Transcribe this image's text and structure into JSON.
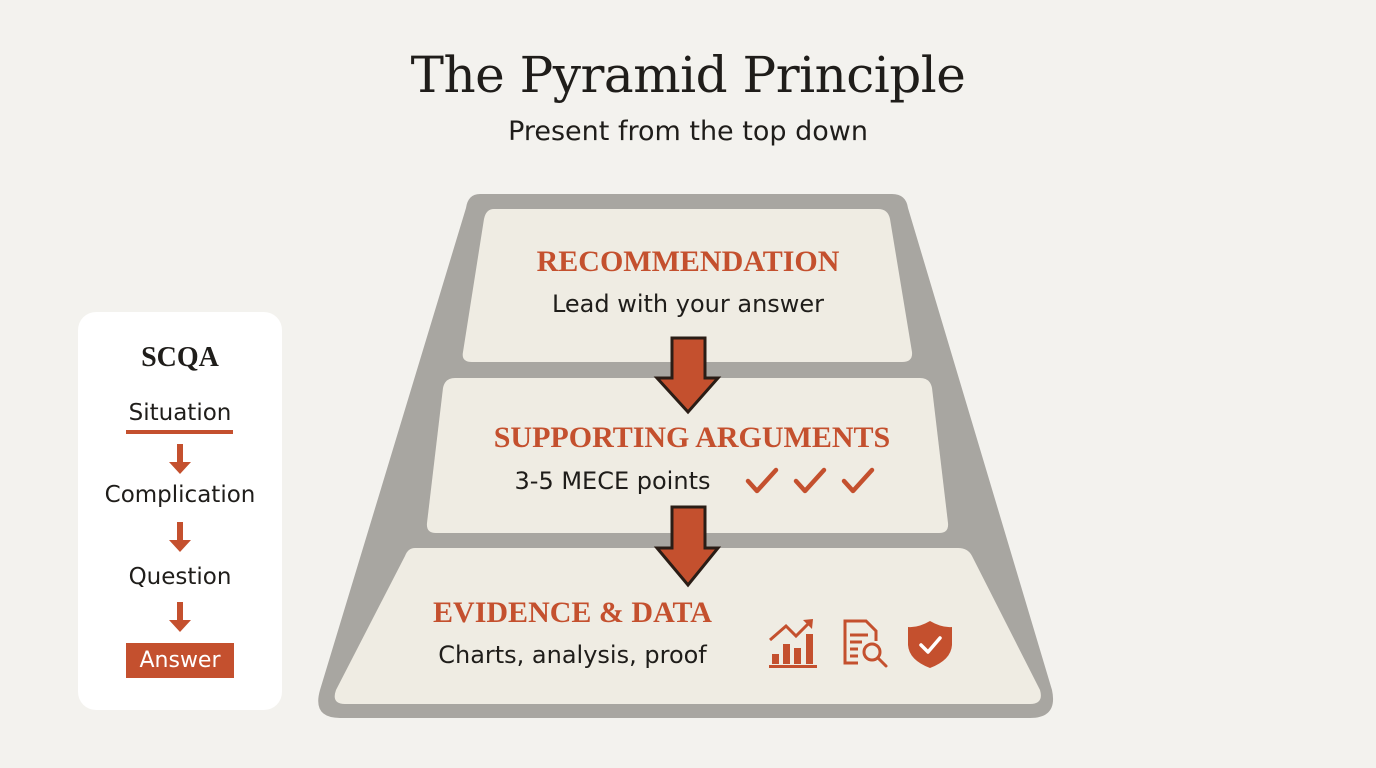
{
  "header": {
    "title": "The Pyramid Principle",
    "subtitle": "Present from the top down"
  },
  "pyramid": {
    "tiers": [
      {
        "heading": "RECOMMENDATION",
        "text": "Lead with your answer"
      },
      {
        "heading": "SUPPORTING ARGUMENTS",
        "text": "3-5 MECE points",
        "icons": [
          "check-icon",
          "check-icon",
          "check-icon"
        ]
      },
      {
        "heading": "EVIDENCE & DATA",
        "text": "Charts, analysis, proof",
        "icons": [
          "bar-chart-trend-icon",
          "document-search-icon",
          "shield-check-icon"
        ]
      }
    ]
  },
  "scqa": {
    "title": "SCQA",
    "steps": [
      "Situation",
      "Complication",
      "Question",
      "Answer"
    ]
  },
  "colors": {
    "accent": "#c4502e",
    "background": "#f3f2ee",
    "tier_fill": "#efece3",
    "frame": "#a8a6a1"
  }
}
